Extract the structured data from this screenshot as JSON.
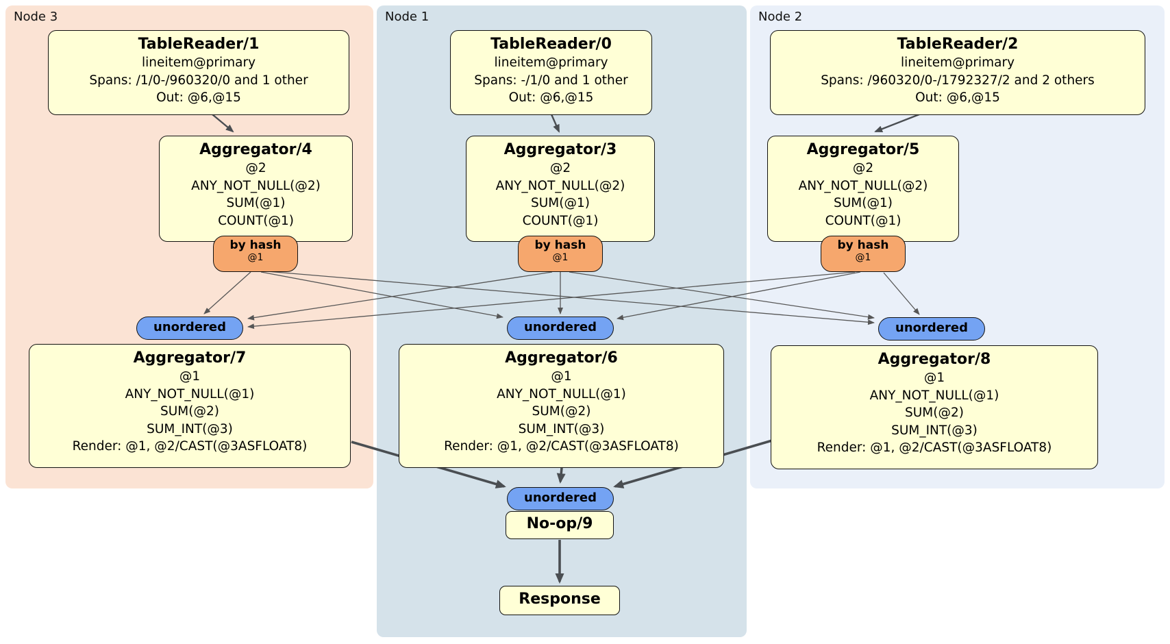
{
  "panels": {
    "node3": {
      "label": "Node 3"
    },
    "node1": {
      "label": "Node 1"
    },
    "node2": {
      "label": "Node 2"
    }
  },
  "processors": {
    "tr1": {
      "title": "TableReader/1",
      "lines": [
        "lineitem@primary",
        "Spans: /1/0-/960320/0 and 1 other",
        "Out: @6,@15"
      ]
    },
    "tr0": {
      "title": "TableReader/0",
      "lines": [
        "lineitem@primary",
        "Spans: -/1/0 and 1 other",
        "Out: @6,@15"
      ]
    },
    "tr2": {
      "title": "TableReader/2",
      "lines": [
        "lineitem@primary",
        "Spans: /960320/0-/1792327/2 and 2 others",
        "Out: @6,@15"
      ]
    },
    "agg4": {
      "title": "Aggregator/4",
      "lines": [
        "@2",
        "ANY_NOT_NULL(@2)",
        "SUM(@1)",
        "COUNT(@1)"
      ]
    },
    "agg3": {
      "title": "Aggregator/3",
      "lines": [
        "@2",
        "ANY_NOT_NULL(@2)",
        "SUM(@1)",
        "COUNT(@1)"
      ]
    },
    "agg5": {
      "title": "Aggregator/5",
      "lines": [
        "@2",
        "ANY_NOT_NULL(@2)",
        "SUM(@1)",
        "COUNT(@1)"
      ]
    },
    "agg7": {
      "title": "Aggregator/7",
      "lines": [
        "@1",
        "ANY_NOT_NULL(@1)",
        "SUM(@2)",
        "SUM_INT(@3)",
        "Render: @1, @2/CAST(@3ASFLOAT8)"
      ]
    },
    "agg6": {
      "title": "Aggregator/6",
      "lines": [
        "@1",
        "ANY_NOT_NULL(@1)",
        "SUM(@2)",
        "SUM_INT(@3)",
        "Render: @1, @2/CAST(@3ASFLOAT8)"
      ]
    },
    "agg8": {
      "title": "Aggregator/8",
      "lines": [
        "@1",
        "ANY_NOT_NULL(@1)",
        "SUM(@2)",
        "SUM_INT(@3)",
        "Render: @1, @2/CAST(@3ASFLOAT8)"
      ]
    },
    "noop": {
      "title": "No-op/9"
    },
    "response": {
      "title": "Response"
    }
  },
  "router": {
    "label": "by hash",
    "detail": "@1"
  },
  "sync": {
    "label": "unordered"
  },
  "colors": {
    "node3_bg": "#fbe3d4",
    "node1_bg": "#d5e2ea",
    "node2_bg": "#eaf0f9",
    "processor_bg": "#ffffd6",
    "router_bg": "#f6a76d",
    "sync_bg": "#74a3f3",
    "border": "#111111",
    "arrow": "#4a4e52"
  }
}
